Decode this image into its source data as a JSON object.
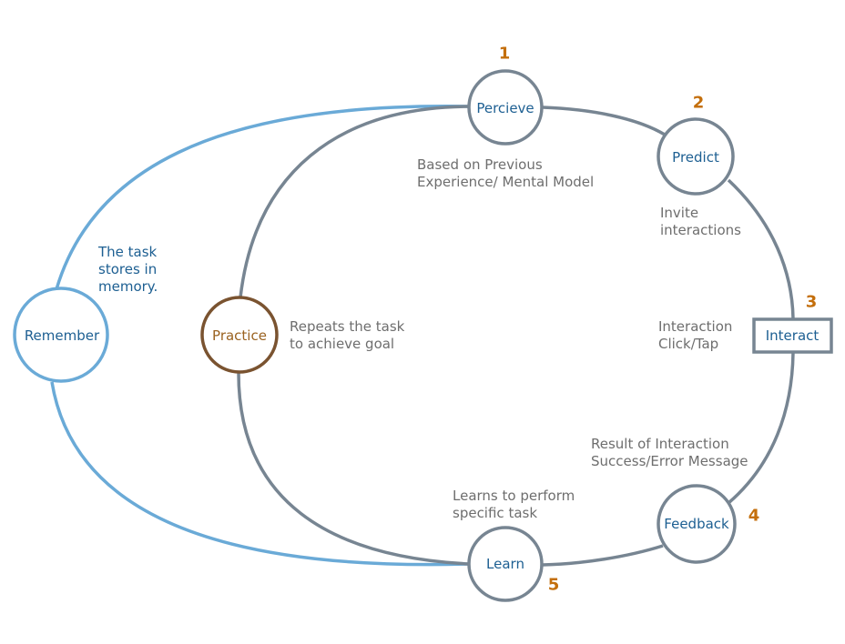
{
  "colors": {
    "gray_stroke": "#778592",
    "blue_stroke": "#6aaad7",
    "brown_stroke": "#7a5330",
    "blue_text": "#1d5f92",
    "brown_text": "#9a6220",
    "gray_text": "#6e6e6e",
    "orange_number": "#c46f0c"
  },
  "nodes": {
    "percieve": {
      "label": "Percieve",
      "step": "1"
    },
    "predict": {
      "label": "Predict",
      "step": "2"
    },
    "interact": {
      "label": "Interact",
      "step": "3"
    },
    "feedback": {
      "label": "Feedback",
      "step": "4"
    },
    "learn": {
      "label": "Learn",
      "step": "5"
    },
    "practice": {
      "label": "Practice"
    },
    "remember": {
      "label": "Remember"
    }
  },
  "notes": {
    "percieve": [
      "Based on Previous",
      "Experience/ Mental Model"
    ],
    "predict": [
      "Invite",
      "interactions"
    ],
    "interact": [
      "Interaction",
      "Click/Tap"
    ],
    "feedback": [
      "Result of Interaction",
      "Success/Error Message"
    ],
    "learn": [
      "Learns to perform",
      "specific task"
    ],
    "practice": [
      "Repeats the task",
      "to achieve goal"
    ],
    "remember": [
      "The task",
      "stores in",
      "memory."
    ]
  }
}
